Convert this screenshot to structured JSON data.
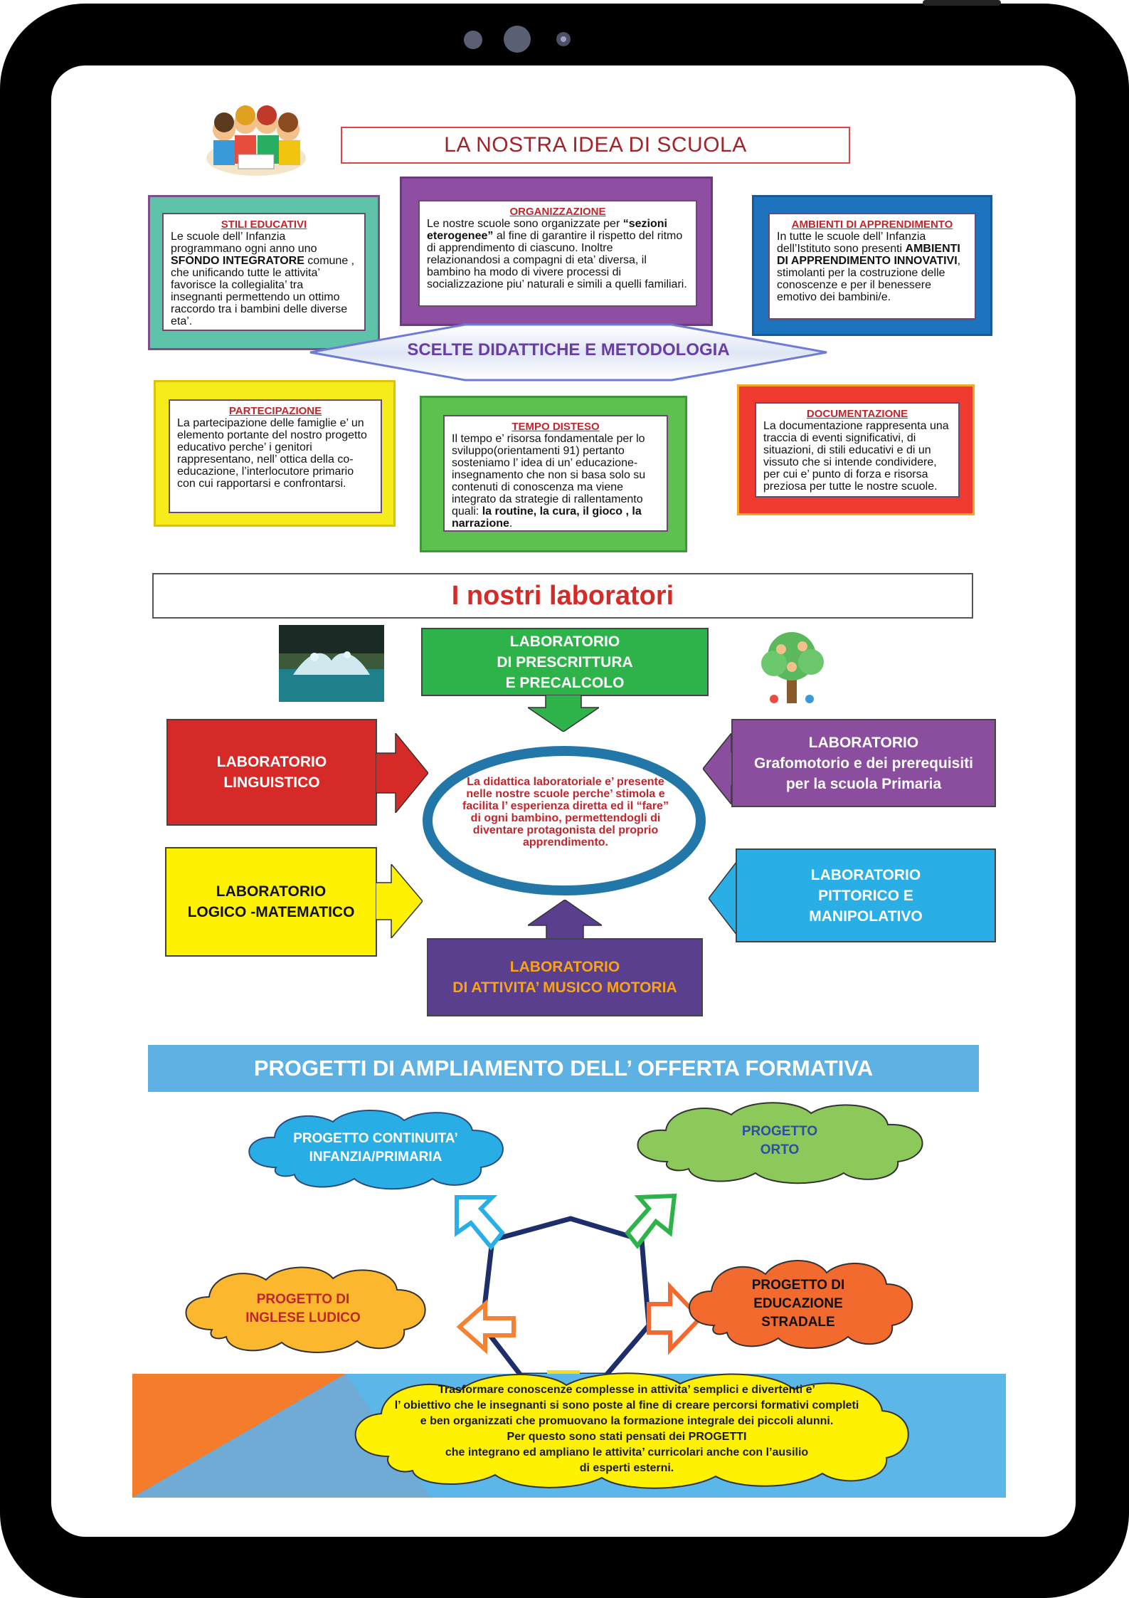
{
  "header": {
    "title": "LA NOSTRA IDEA DI SCUOLA"
  },
  "top_boxes": {
    "stili": {
      "title": "STILI EDUCATIVI",
      "body_pre": "Le scuole dell’ Infanzia programmano ogni anno uno ",
      "body_bold": "SFONDO INTEGRATORE",
      "body_post": " comune , che unificando tutte le attivita’ favorisce la collegialita’ tra insegnanti permettendo un ottimo raccordo tra i bambini delle diverse eta’."
    },
    "organizzazione": {
      "title": "ORGANIZZAZIONE",
      "body_pre": "Le nostre scuole sono organizzate per ",
      "body_bold": "“sezioni eterogenee”",
      "body_post": " al fine di garantire il rispetto del ritmo di apprendimento di ciascuno. Inoltre relazionandosi a compagni di eta’ diversa, il bambino ha modo di vivere processi di socializzazione piu’ naturali e simili a quelli familiari."
    },
    "ambienti": {
      "title": "AMBIENTI DI APPRENDIMENTO",
      "body_pre": "In tutte le scuole dell’ Infanzia dell’Istituto sono presenti ",
      "body_bold": "AMBIENTI DI APPRENDIMENTO INNOVATIVI",
      "body_post": ", stimolanti per la costruzione delle conoscenze e per il benessere emotivo dei bambini/e."
    }
  },
  "banner": {
    "label": "SCELTE DIDATTICHE E METODOLOGIA"
  },
  "mid_boxes": {
    "partecipazione": {
      "title": "PARTECIPAZIONE",
      "body": "La partecipazione delle famiglie e’ un elemento portante del nostro progetto educativo perche’ i genitori rappresentano, nell’ ottica della co-educazione, l’interlocutore primario con cui rapportarsi e confrontarsi."
    },
    "tempo": {
      "title": "TEMPO DISTESO",
      "body_pre": "Il tempo e’ risorsa fondamentale per lo sviluppo(orientamenti 91) pertanto sosteniamo l’ idea di un’ educazione-insegnamento che non si basa solo su contenuti di conoscenza ma viene integrato da strategie di rallentamento quali: ",
      "body_bold": "la routine, la cura, il gioco , la narrazione",
      "body_post": "."
    },
    "documentazione": {
      "title": "DOCUMENTAZIONE",
      "body": "La documentazione rappresenta una traccia di eventi significativi, di situazioni, di stili educativi e di un vissuto che si intende condividere, per cui e’ punto di forza e risorsa preziosa per tutte le nostre scuole."
    }
  },
  "labs": {
    "title": "I nostri laboratori",
    "center": "La didattica laboratoriale e’ presente nelle nostre scuole perche’ stimola e facilita l’ esperienza diretta ed il “fare” di ogni bambino, permettendogli di diventare protagonista del proprio apprendimento.",
    "prescrittura": "LABORATORIO\nDI PRESCRITTURA\nE PRECALCOLO",
    "linguistico": "LABORATORIO\nLINGUISTICO",
    "grafomotorio": "LABORATORIO\nGrafomotorio e dei prerequisiti\nper la scuola Primaria",
    "logico": "LABORATORIO\nLOGICO -MATEMATICO",
    "pittorico": "LABORATORIO\nPITTORICO E\nMANIPOLATIVO",
    "musico": "LABORATORIO\nDI ATTIVITA’ MUSICO MOTORIA"
  },
  "progetti": {
    "title": "PROGETTI DI AMPLIAMENTO DELL’ OFFERTA FORMATIVA",
    "continuita": "PROGETTO CONTINUITA’\nINFANZIA/PRIMARIA",
    "orto": "PROGETTO\nORTO",
    "inglese": "PROGETTO DI\nINGLESE LUDICO",
    "stradale": "PROGETTO DI\nEDUCAZIONE\nSTRADALE",
    "bottom": "Trasformare conoscenze complesse in attivita’ semplici e divertenti e’\nl’ obiettivo che le insegnanti si sono poste al fine di creare percorsi formativi completi\ne ben organizzati che promuovano la  formazione integrale dei piccoli alunni.\nPer questo sono stati pensati dei PROGETTI\nche integrano ed ampliano le attivita’ curricolari anche con l’ausilio\ndi esperti esterni."
  },
  "colors": {
    "red": "#d52a27",
    "green": "#2db34a",
    "purple": "#8b4d9d",
    "yellow": "#fff200",
    "sky": "#29aee6",
    "violet": "#5b3f8f"
  }
}
